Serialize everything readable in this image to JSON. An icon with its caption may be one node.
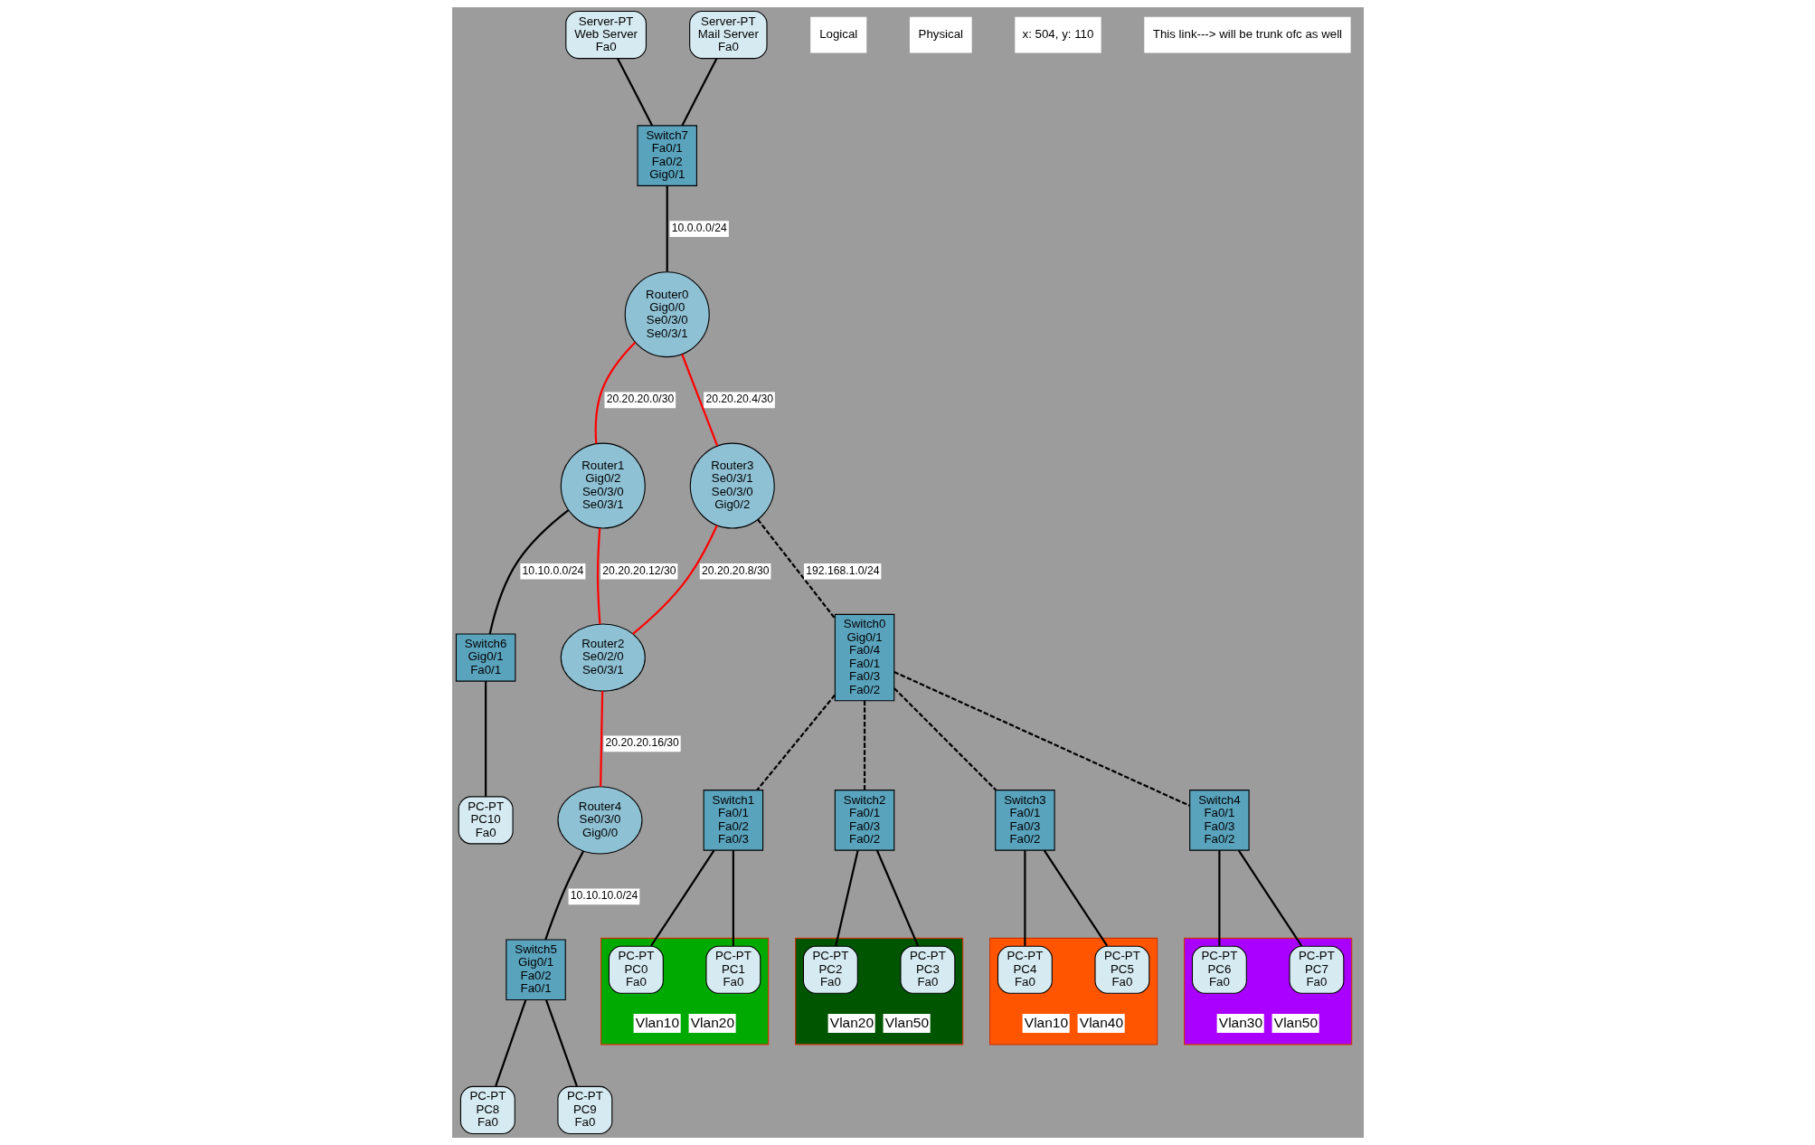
{
  "diagram": {
    "nodes": [
      {
        "text": [
          "Server-PT",
          "Web Server",
          "Fa0"
        ]
      },
      {
        "text": [
          "Switch6",
          "Gig0/1",
          "Fa0/1"
        ]
      },
      {
        "text": [
          "PC-PT",
          "PC10",
          "Fa0"
        ]
      },
      {
        "text": [
          "Switch7",
          "Fa0/1",
          "Fa0/2",
          "Gig0/1"
        ]
      },
      {
        "text": [
          "Router1",
          "Gig0/2",
          "Se0/3/0",
          "Se0/3/1"
        ]
      },
      {
        "text": [
          "PC-PT",
          "PC8",
          "Fa0"
        ]
      },
      {
        "text": [
          "Server-PT",
          "Mail Server",
          "Fa0"
        ]
      },
      {
        "text": [
          "Router4",
          "Se0/3/0",
          "Gig0/0"
        ]
      },
      {
        "text": [
          "Switch5",
          "Gig0/1",
          "Fa0/2",
          "Fa0/1"
        ]
      },
      {
        "text": [
          "Router2",
          "Se0/2/0",
          "Se0/3/1"
        ]
      },
      {
        "text": [
          "Router0",
          "Gig0/0",
          "Se0/3/0",
          "Se0/3/1"
        ]
      },
      {
        "text": [
          "PC-PT",
          "PC9",
          "Fa0"
        ]
      },
      {
        "text": [
          "Router3",
          "Se0/3/1",
          "Se0/3/0",
          "Gig0/2"
        ]
      },
      {
        "text": [
          "Switch0",
          "Gig0/1",
          "Fa0/4",
          "Fa0/1",
          "Fa0/3",
          "Fa0/2"
        ]
      },
      {
        "text": [
          "Switch1",
          "Fa0/1",
          "Fa0/2",
          "Fa0/3"
        ]
      },
      {
        "text": [
          "Switch2",
          "Fa0/1",
          "Fa0/3",
          "Fa0/2"
        ]
      },
      {
        "text": [
          "Switch3",
          "Fa0/1",
          "Fa0/3",
          "Fa0/2"
        ]
      },
      {
        "text": [
          "Switch4",
          "Fa0/1",
          "Fa0/3",
          "Fa0/2"
        ]
      },
      {
        "text": [
          "Vlan10",
          "Vlan20"
        ]
      },
      {
        "text": [
          "PC-PT",
          "PC0",
          "Fa0"
        ],
        "in": 18
      },
      {
        "text": [
          "PC-PT",
          "PC1",
          "Fa0"
        ],
        "in": 18
      },
      {
        "text": [
          "Vlan20",
          "Vlan50"
        ]
      },
      {
        "text": [
          "PC-PT",
          "PC2",
          "Fa0"
        ],
        "in": 21
      },
      {
        "text": [
          "PC-PT",
          "PC3",
          "Fa0"
        ],
        "in": 21
      },
      {
        "text": [
          "Vlan10",
          "Vlan40"
        ]
      },
      {
        "text": [
          "PC-PT",
          "PC4",
          "Fa0"
        ],
        "in": 24
      },
      {
        "text": [
          "PC-PT",
          "PC5",
          "Fa0"
        ],
        "in": 24
      },
      {
        "text": [
          "Vlan30",
          "Vlan50"
        ]
      },
      {
        "text": [
          "PC-PT",
          "PC6",
          "Fa0"
        ],
        "in": 27
      },
      {
        "text": [
          "PC-PT",
          "PC7",
          "Fa0"
        ],
        "in": 27
      }
    ],
    "edges": [
      {
        "from": 0,
        "to": 3,
        "arrow": "none"
      },
      {
        "from": 6,
        "to": 3,
        "arrow": "none"
      },
      {
        "from": 3,
        "to": 10,
        "arrow": "none",
        "label": "10.0.0.0/24"
      },
      {
        "from": 4,
        "to": 1,
        "arrow": "none",
        "label": "10.10.0.0/24"
      },
      {
        "from": 1,
        "to": 2,
        "arrow": "none"
      },
      {
        "from": 10,
        "to": 4,
        "arrow": "none",
        "label": "20.20.20.0/30",
        "color": "#ff0000"
      },
      {
        "from": 4,
        "to": 9,
        "arrow": "none",
        "label": "20.20.20.12/30",
        "color": "#ff0000"
      },
      {
        "from": 10,
        "to": 12,
        "arrow": "none",
        "label": "20.20.20.4/30",
        "color": "#ff0000"
      },
      {
        "from": 12,
        "to": 9,
        "arrow": "none",
        "label": "20.20.20.8/30",
        "color": "#ff0000"
      },
      {
        "from": 9,
        "to": 7,
        "arrow": "none",
        "label": "20.20.20.16/30",
        "color": "#ff0000"
      },
      {
        "from": 7,
        "to": 8,
        "arrow": "none",
        "label": "10.10.10.0/24"
      },
      {
        "from": 8,
        "to": 5,
        "arrow": "none"
      },
      {
        "from": 8,
        "to": 11,
        "arrow": "none"
      },
      {
        "from": 12,
        "to": 13,
        "arrow": "none",
        "label": "192.168.1.0/24",
        "style": "dashed"
      },
      {
        "from": 13,
        "to": 14,
        "arrow": "none",
        "style": "dashed"
      },
      {
        "from": 13,
        "to": 15,
        "arrow": "none",
        "style": "dashed"
      },
      {
        "from": 13,
        "to": 16,
        "arrow": "none",
        "style": "dashed"
      },
      {
        "from": 13,
        "to": 17,
        "arrow": "none",
        "style": "dashed"
      },
      {
        "from": 14,
        "to": 19,
        "arrow": "none"
      },
      {
        "from": 14,
        "to": 20,
        "arrow": "none"
      },
      {
        "from": 15,
        "to": 22,
        "arrow": "none"
      },
      {
        "from": 15,
        "to": 23,
        "arrow": "none"
      },
      {
        "from": 16,
        "to": 25,
        "arrow": "none"
      },
      {
        "from": 16,
        "to": 26,
        "arrow": "none"
      },
      {
        "from": 17,
        "to": 28,
        "arrow": "none"
      },
      {
        "from": 17,
        "to": 29,
        "arrow": "none"
      }
    ],
    "labels": [
      "Logical",
      "Physical",
      "x: 504, y: 110",
      "This link---> will be trunk ofc as well"
    ]
  }
}
